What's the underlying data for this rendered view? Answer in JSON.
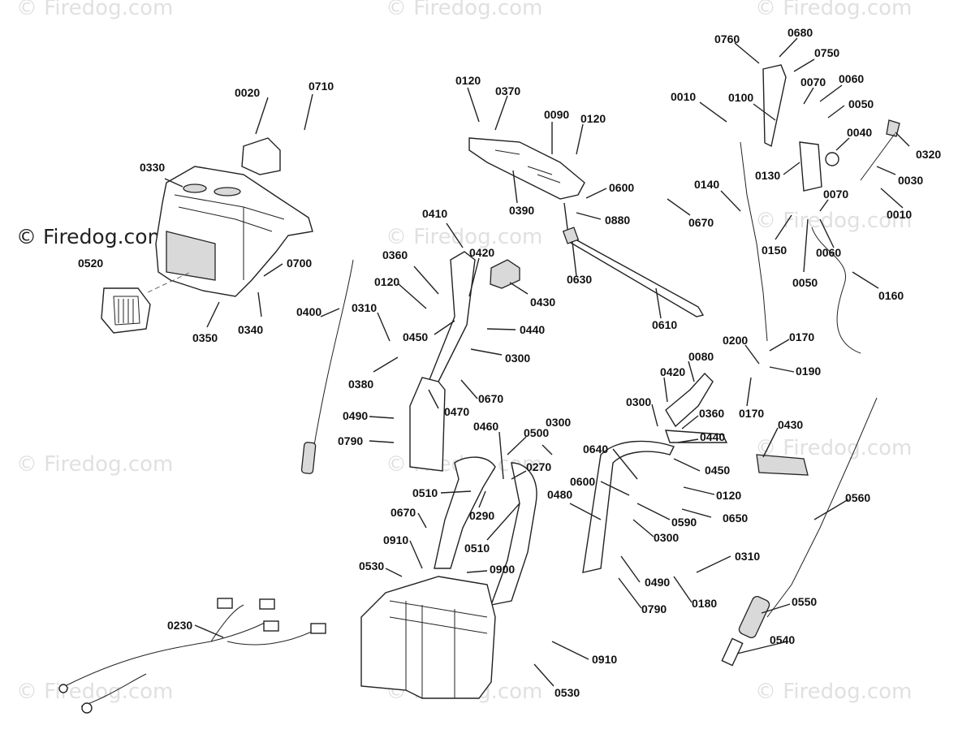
{
  "watermark": {
    "text": "© Firedog.com"
  },
  "labels": [
    {
      "id": "l0760",
      "text": "0760"
    },
    {
      "id": "l0680",
      "text": "0680"
    },
    {
      "id": "l0750",
      "text": "0750"
    },
    {
      "id": "l0070a",
      "text": "0070"
    },
    {
      "id": "l0060a",
      "text": "0060"
    },
    {
      "id": "l0050a",
      "text": "0050"
    },
    {
      "id": "l0010a",
      "text": "0010"
    },
    {
      "id": "l0100",
      "text": "0100"
    },
    {
      "id": "l0040",
      "text": "0040"
    },
    {
      "id": "l0320",
      "text": "0320"
    },
    {
      "id": "l0130",
      "text": "0130"
    },
    {
      "id": "l0030",
      "text": "0030"
    },
    {
      "id": "l0140",
      "text": "0140"
    },
    {
      "id": "l0070b",
      "text": "0070"
    },
    {
      "id": "l0010b",
      "text": "0010"
    },
    {
      "id": "l0150",
      "text": "0150"
    },
    {
      "id": "l0060b",
      "text": "0060"
    },
    {
      "id": "l0050b",
      "text": "0050"
    },
    {
      "id": "l0160",
      "text": "0160"
    },
    {
      "id": "l0120a",
      "text": "0120"
    },
    {
      "id": "l0370",
      "text": "0370"
    },
    {
      "id": "l0090",
      "text": "0090"
    },
    {
      "id": "l0120b",
      "text": "0120"
    },
    {
      "id": "l0600a",
      "text": "0600"
    },
    {
      "id": "l0390",
      "text": "0390"
    },
    {
      "id": "l0880",
      "text": "0880"
    },
    {
      "id": "l0670a",
      "text": "0670"
    },
    {
      "id": "l0630",
      "text": "0630"
    },
    {
      "id": "l0610",
      "text": "0610"
    },
    {
      "id": "l0020",
      "text": "0020"
    },
    {
      "id": "l0710",
      "text": "0710"
    },
    {
      "id": "l0330",
      "text": "0330"
    },
    {
      "id": "l0520",
      "text": "0520"
    },
    {
      "id": "l0700",
      "text": "0700"
    },
    {
      "id": "l0350",
      "text": "0350"
    },
    {
      "id": "l0340",
      "text": "0340"
    },
    {
      "id": "l0400",
      "text": "0400"
    },
    {
      "id": "l0410",
      "text": "0410"
    },
    {
      "id": "l0420a",
      "text": "0420"
    },
    {
      "id": "l0360a",
      "text": "0360"
    },
    {
      "id": "l0120c",
      "text": "0120"
    },
    {
      "id": "l0430a",
      "text": "0430"
    },
    {
      "id": "l0310a",
      "text": "0310"
    },
    {
      "id": "l0450a",
      "text": "0450"
    },
    {
      "id": "l0440a",
      "text": "0440"
    },
    {
      "id": "l0300a",
      "text": "0300"
    },
    {
      "id": "l0380",
      "text": "0380"
    },
    {
      "id": "l0670b",
      "text": "0670"
    },
    {
      "id": "l0470",
      "text": "0470"
    },
    {
      "id": "l0490a",
      "text": "0490"
    },
    {
      "id": "l0790a",
      "text": "0790"
    },
    {
      "id": "l0460",
      "text": "0460"
    },
    {
      "id": "l0500",
      "text": "0500"
    },
    {
      "id": "l0300b",
      "text": "0300"
    },
    {
      "id": "l0270",
      "text": "0270"
    },
    {
      "id": "l0510a",
      "text": "0510"
    },
    {
      "id": "l0290",
      "text": "0290"
    },
    {
      "id": "l0510b",
      "text": "0510"
    },
    {
      "id": "l0670c",
      "text": "0670"
    },
    {
      "id": "l0910a",
      "text": "0910"
    },
    {
      "id": "l0530a",
      "text": "0530"
    },
    {
      "id": "l0900",
      "text": "0900"
    },
    {
      "id": "l0200",
      "text": "0200"
    },
    {
      "id": "l0170a",
      "text": "0170"
    },
    {
      "id": "l0190",
      "text": "0190"
    },
    {
      "id": "l0170b",
      "text": "0170"
    },
    {
      "id": "l0080",
      "text": "0080"
    },
    {
      "id": "l0420b",
      "text": "0420"
    },
    {
      "id": "l0300c",
      "text": "0300"
    },
    {
      "id": "l0360b",
      "text": "0360"
    },
    {
      "id": "l0440b",
      "text": "0440"
    },
    {
      "id": "l0430b",
      "text": "0430"
    },
    {
      "id": "l0450b",
      "text": "0450"
    },
    {
      "id": "l0640",
      "text": "0640"
    },
    {
      "id": "l0600b",
      "text": "0600"
    },
    {
      "id": "l0480",
      "text": "0480"
    },
    {
      "id": "l0120d",
      "text": "0120"
    },
    {
      "id": "l0590",
      "text": "0590"
    },
    {
      "id": "l0650",
      "text": "0650"
    },
    {
      "id": "l0300d",
      "text": "0300"
    },
    {
      "id": "l0310b",
      "text": "0310"
    },
    {
      "id": "l0490b",
      "text": "0490"
    },
    {
      "id": "l0790b",
      "text": "0790"
    },
    {
      "id": "l0180",
      "text": "0180"
    },
    {
      "id": "l0560",
      "text": "0560"
    },
    {
      "id": "l0550",
      "text": "0550"
    },
    {
      "id": "l0540",
      "text": "0540"
    },
    {
      "id": "l0230",
      "text": "0230"
    },
    {
      "id": "l0910b",
      "text": "0910"
    },
    {
      "id": "l0530b",
      "text": "0530"
    }
  ]
}
